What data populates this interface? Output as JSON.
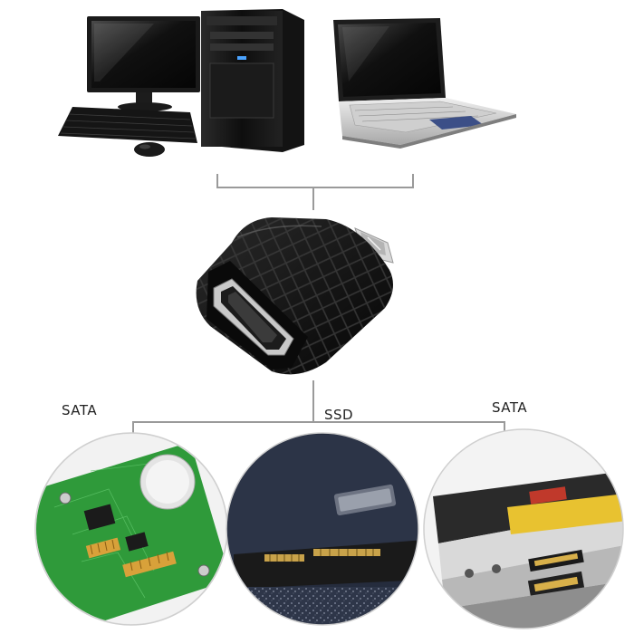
{
  "labels": {
    "left": "SATA",
    "middle": "SSD",
    "right": "SATA"
  },
  "colors": {
    "connector_line": "#9a9a9a",
    "adapter_body": "#141414",
    "pcb_green": "#2f9a3a",
    "ssd_navy": "#2b3346"
  }
}
